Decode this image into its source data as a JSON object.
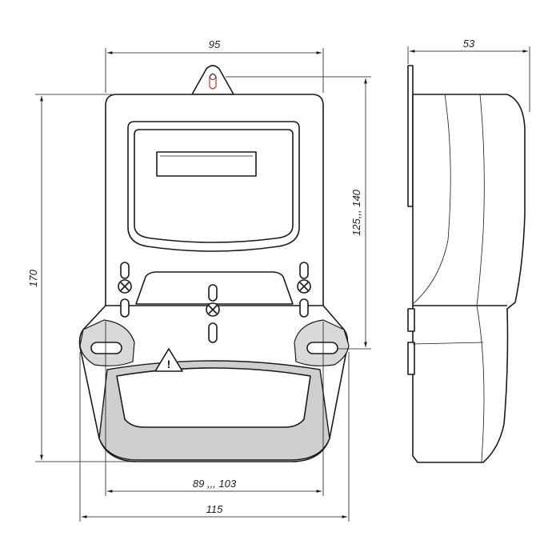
{
  "dimensions": {
    "front_width": "95",
    "side_depth": "53",
    "total_height": "170",
    "mount_height": "125,,, 140",
    "mount_width": "89 ,,, 103",
    "base_width": "115"
  },
  "colors": {
    "line": "#1a1a1a",
    "shade": "#cfcfcf",
    "background": "#ffffff"
  },
  "icons": {
    "warning": "warning-triangle-icon"
  },
  "warning_symbol": "!"
}
